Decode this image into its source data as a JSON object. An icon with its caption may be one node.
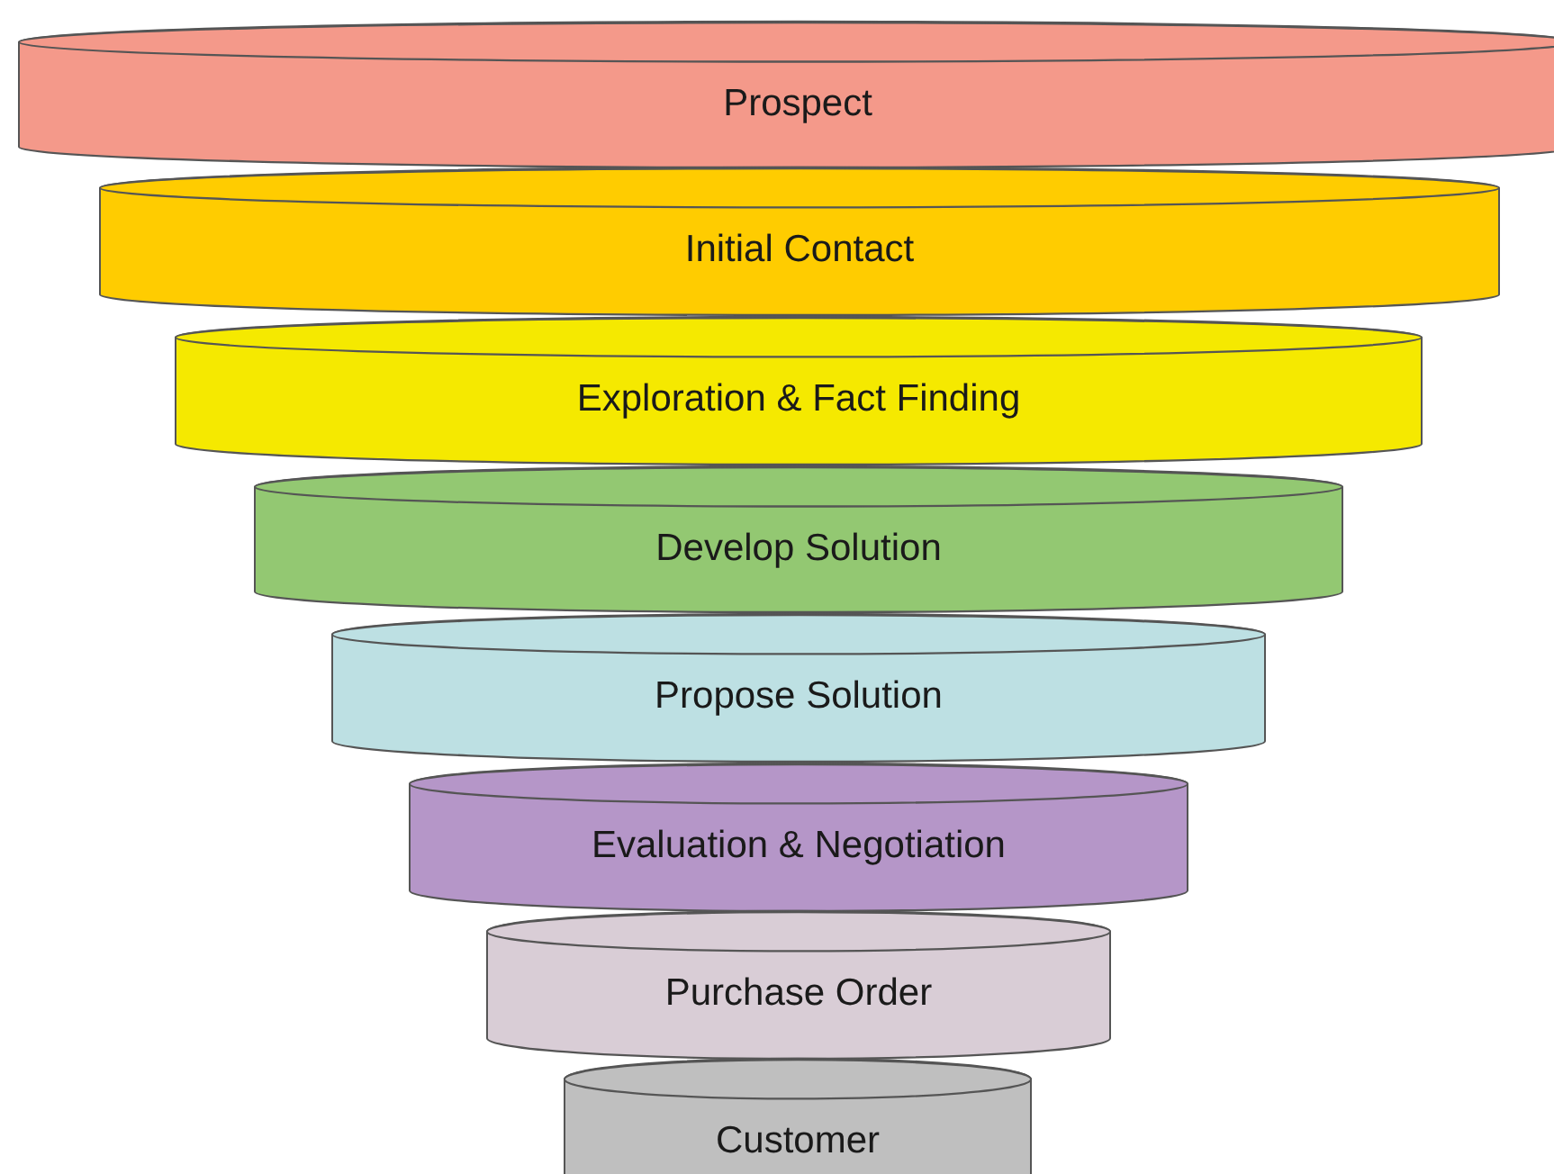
{
  "diagram": {
    "nodes": [
      {
        "text": [
          "Prospect"
        ]
      },
      {
        "text": [
          "Initial Contact"
        ]
      },
      {
        "text": [
          "Exploration & Fact Finding"
        ]
      },
      {
        "text": [
          "Develop Solution"
        ]
      },
      {
        "text": [
          "Propose Solution"
        ]
      },
      {
        "text": [
          "Evaluation & Negotiation"
        ]
      },
      {
        "text": [
          "Purchase Order"
        ]
      },
      {
        "text": [
          "Customer"
        ]
      }
    ]
  }
}
